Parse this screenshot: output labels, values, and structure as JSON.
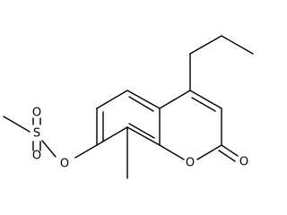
{
  "diagram": {
    "type": "structural-formula",
    "atoms": {
      "sulfur": "S",
      "oxygen_sulfonyl_top": "O",
      "oxygen_sulfonyl_bottom": "O",
      "oxygen_ester": "O",
      "oxygen_ring": "O",
      "oxygen_carbonyl": "O"
    }
  }
}
